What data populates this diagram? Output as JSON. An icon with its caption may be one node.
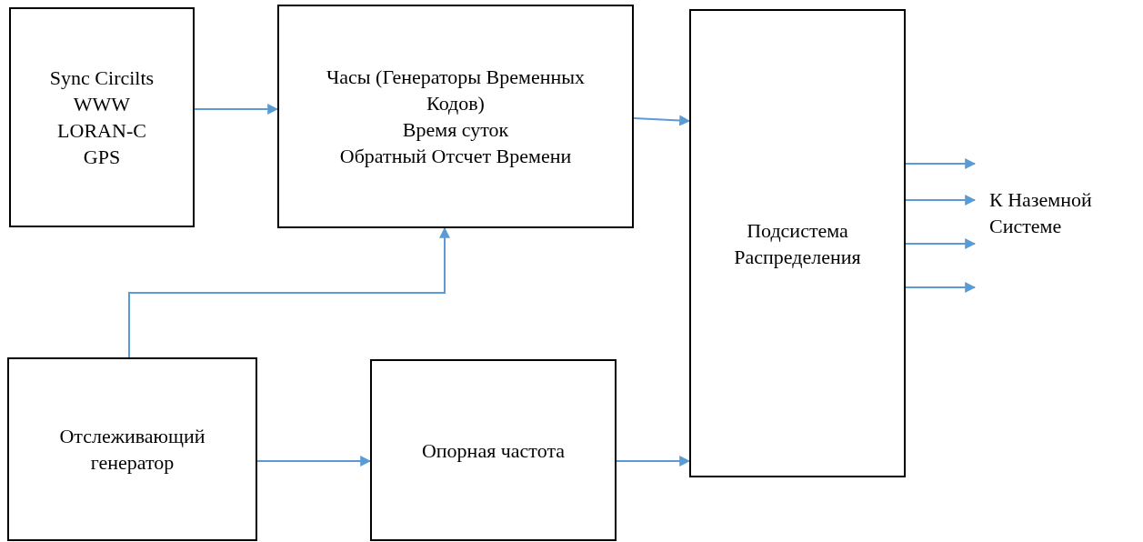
{
  "diagram": {
    "nodes": [
      {
        "text": [
          "Sync Circilts",
          "WWW",
          "LORAN-C",
          "GPS"
        ]
      },
      {
        "text": [
          "Часы (Генераторы Временных Кодов)",
          "Время суток",
          "Обратный Отсчет Времени"
        ]
      },
      {
        "text": [
          "Подсистема Распределения"
        ]
      },
      {
        "text": [
          "Отслеживающий генератор"
        ]
      },
      {
        "text": [
          "Опорная частота"
        ]
      },
      {
        "text": [
          "К Наземной Системе"
        ]
      }
    ],
    "edges": [
      {
        "from": 0,
        "to": 1,
        "arrow": "to"
      },
      {
        "from": 1,
        "to": 2,
        "arrow": "to"
      },
      {
        "from": 3,
        "to": 1,
        "arrow": "to"
      },
      {
        "from": 3,
        "to": 4,
        "arrow": "to"
      },
      {
        "from": 4,
        "to": 2,
        "arrow": "to"
      },
      {
        "from": 2,
        "to": 5,
        "arrow": "to"
      },
      {
        "from": 2,
        "to": 5,
        "arrow": "to"
      },
      {
        "from": 2,
        "to": 5,
        "arrow": "to"
      },
      {
        "from": 2,
        "to": 5,
        "arrow": "to"
      }
    ]
  }
}
